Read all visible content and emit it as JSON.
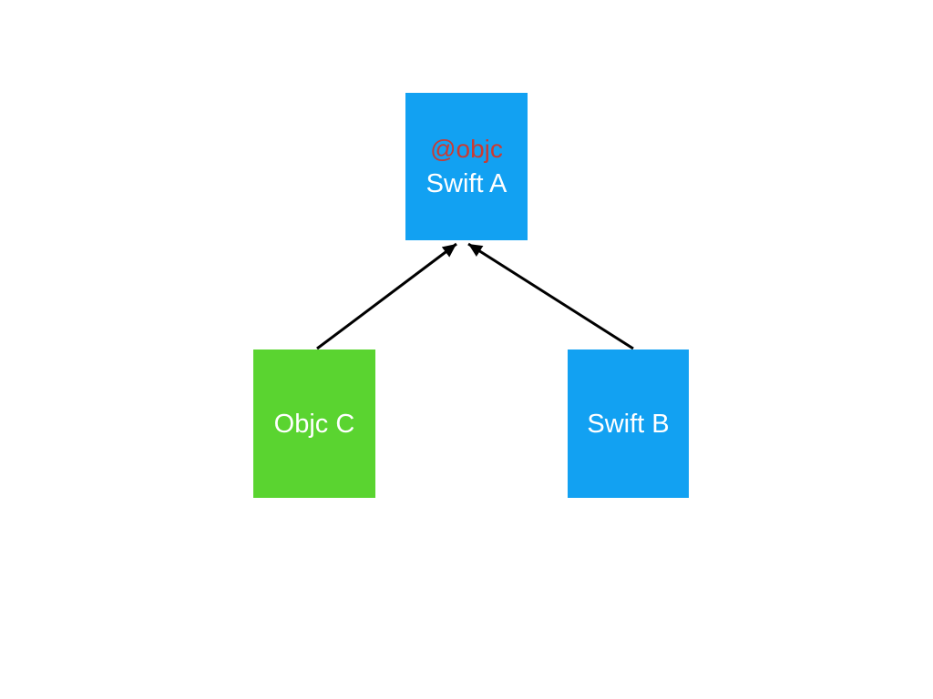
{
  "diagram": {
    "background_color": "#ffffff",
    "edge_color": "#000000",
    "nodes": [
      {
        "id": "swift-a",
        "annotation": "@objc",
        "annotation_color": "#c93b33",
        "label": "Swift A",
        "label_color": "#ffffff",
        "fill_color": "#12a1f2"
      },
      {
        "id": "objc-c",
        "label": "Objc C",
        "label_color": "#ffffff",
        "fill_color": "#5ad430"
      },
      {
        "id": "swift-b",
        "label": "Swift B",
        "label_color": "#ffffff",
        "fill_color": "#12a1f2"
      }
    ],
    "edges": [
      {
        "from": "Objc C",
        "to": "Swift A",
        "style": "arrow"
      },
      {
        "from": "Swift B",
        "to": "Swift A",
        "style": "arrow"
      }
    ]
  }
}
